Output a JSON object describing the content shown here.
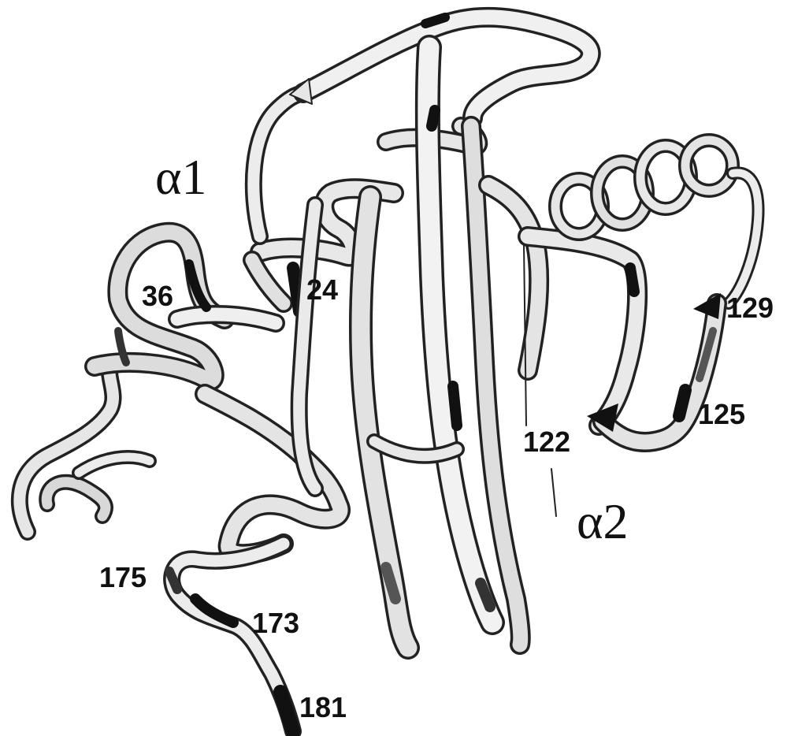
{
  "figure": {
    "domain_labels": {
      "alpha1": "α1",
      "alpha2": "α2"
    },
    "residue_labels": {
      "r24": "24",
      "r36": "36",
      "r122": "122",
      "r125": "125",
      "r129": "129",
      "r173": "173",
      "r175": "175",
      "r181": "181"
    }
  },
  "colors": {
    "ribbon_fill": "#e6e6e6",
    "ribbon_edge": "#222222",
    "ribbon_shadow": "#111111",
    "background": "#ffffff"
  }
}
